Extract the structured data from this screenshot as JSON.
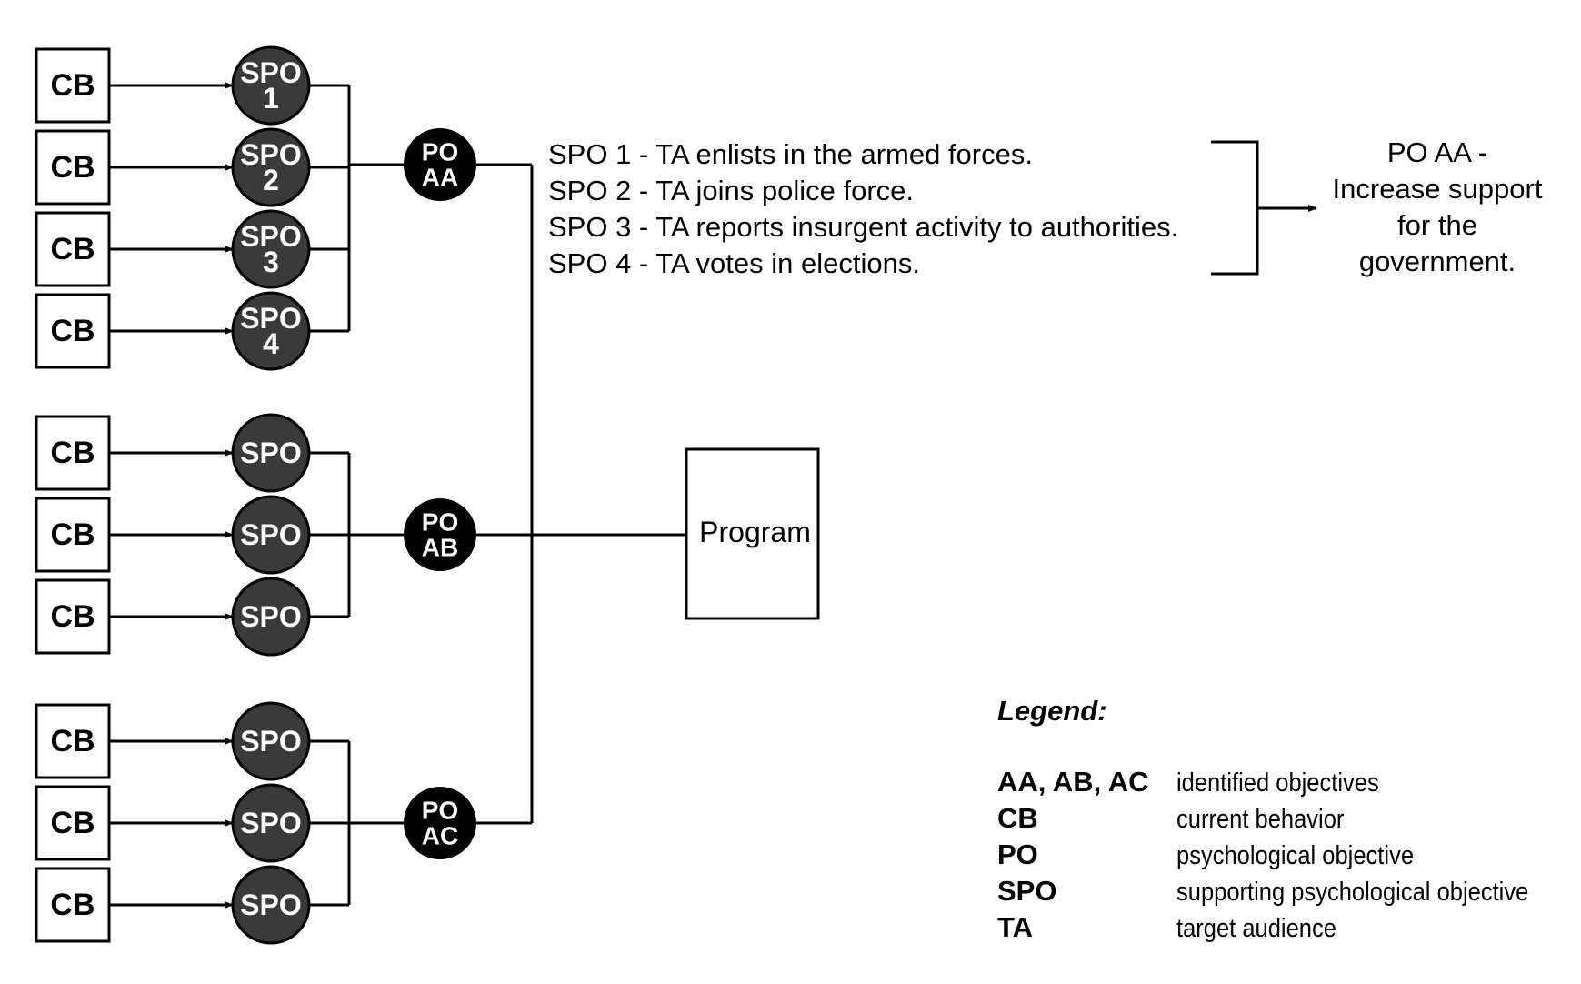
{
  "diagram": {
    "cb_label": "CB",
    "spo_group_aa": [
      "SPO\n1",
      "SPO\n2",
      "SPO\n3",
      "SPO\n4"
    ],
    "spo_group_ab": [
      "SPO",
      "SPO",
      "SPO"
    ],
    "spo_group_ac": [
      "SPO",
      "SPO",
      "SPO"
    ],
    "po_nodes": [
      "PO\nAA",
      "PO\nAB",
      "PO\nAC"
    ],
    "program_label": "Program"
  },
  "spo_descriptions": [
    "SPO 1 - TA enlists in the armed forces.",
    "SPO 2 - TA joins police force.",
    "SPO 3 - TA reports insurgent activity to authorities.",
    "SPO 4 - TA votes in elections."
  ],
  "po_aa_description": [
    "PO AA -",
    "Increase support",
    "for the",
    "government."
  ],
  "legend": {
    "title": "Legend:",
    "items": [
      {
        "term": "AA, AB, AC",
        "definition": "identified objectives"
      },
      {
        "term": "CB",
        "definition": "current behavior"
      },
      {
        "term": "PO",
        "definition": "psychological objective"
      },
      {
        "term": "SPO",
        "definition": "supporting psychological objective"
      },
      {
        "term": "TA",
        "definition": "target audience"
      }
    ]
  },
  "colors": {
    "spo_fill": "#3a3a3a",
    "po_fill": "#000000",
    "line": "#000000",
    "background": "#ffffff"
  }
}
